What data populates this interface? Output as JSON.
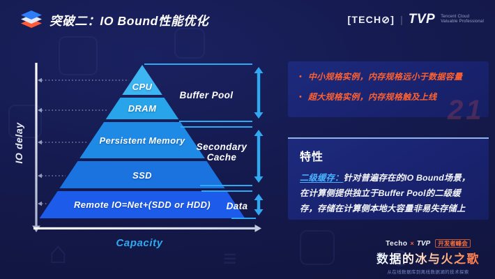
{
  "slide": {
    "title": "突破二：IO Bound性能优化"
  },
  "brand": {
    "techo_logo": "[TECH⊘]",
    "divider": "|",
    "tvp_logo": "TVP",
    "tvp_tagline_line1": "Tencent Cloud",
    "tvp_tagline_line2": "Valuable Professional"
  },
  "diagram": {
    "y_axis_label": "IO delay",
    "x_axis_label": "Capacity",
    "pyramid_layers": [
      {
        "label": "CPU",
        "color": "#3db5f2"
      },
      {
        "label": "DRAM",
        "color": "#27a4ea"
      },
      {
        "label": "Persistent Memory",
        "color": "#1e8ae6"
      },
      {
        "label": "SSD",
        "color": "#1b73e0"
      },
      {
        "label": "Remote IO=Net+(SDD or HDD)",
        "color": "#1d5cea"
      }
    ],
    "brackets": [
      {
        "label": "Buffer Pool"
      },
      {
        "label": "Secondary Cache"
      },
      {
        "label": "Data"
      }
    ]
  },
  "notes_panel": {
    "bullet_glyph": "•",
    "bullets": [
      "中小规格实例，内存规格远小于数据容量",
      "超大规格实例，内存规格触及上线"
    ]
  },
  "feature_panel": {
    "title": "特性",
    "term": "二级缓存：",
    "description": "针对普遍存在的IO Bound场景，在计算侧提供独立于Buffer Pool的二级缓存，存储在计算侧本地大容量非易失存储上"
  },
  "footer": {
    "techo": "Techo",
    "times": "×",
    "tvp": "TVP",
    "badge": "开发者峰会",
    "title": "数据的冰与火之歌",
    "subtitle": "从在线数据库到离线数据湖的技术探索"
  },
  "background": {
    "watermark_number": "21"
  },
  "colors": {
    "accent_blue": "#2fa9f1",
    "accent_orange": "#ff6130"
  }
}
